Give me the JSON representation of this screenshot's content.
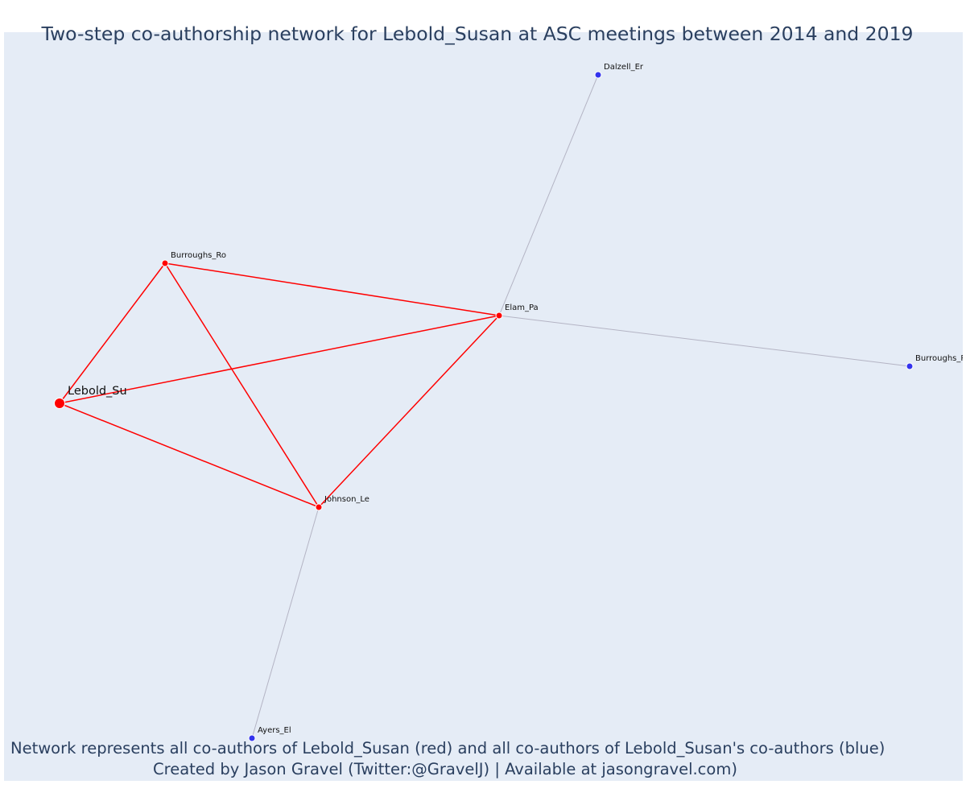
{
  "title": "Two-step co-authorship network for Lebold_Susan at ASC meetings between 2014 and 2019",
  "captions": [
    "Network represents all co-authors of Lebold_Susan (red) and all co-authors of Lebold_Susan's co-authors (blue)",
    "Created by Jason Gravel (Twitter:@GravelJ) | Available at jasongravel.com)"
  ],
  "colors": {
    "background": "#e5ecf6",
    "coauthor": "#ff0000",
    "second_step": "#3333ee",
    "edge_primary": "#ff0000",
    "edge_secondary": "#b4b4c4",
    "text": "#2a3f5f"
  },
  "nodes": [
    {
      "id": "lebold",
      "label": "Lebold_Su",
      "group": "focal"
    },
    {
      "id": "burroughs_ro",
      "label": "Burroughs_Ro",
      "group": "coauthor"
    },
    {
      "id": "elam",
      "label": "Elam_Pa",
      "group": "coauthor"
    },
    {
      "id": "johnson",
      "label": "Johnson_Le",
      "group": "coauthor"
    },
    {
      "id": "dalzell",
      "label": "Dalzell_Er",
      "group": "second_step"
    },
    {
      "id": "burroughs_r",
      "label": "Burroughs_R",
      "group": "second_step"
    },
    {
      "id": "ayers",
      "label": "Ayers_El",
      "group": "second_step"
    }
  ],
  "edges": [
    {
      "from": "lebold",
      "to": "burroughs_ro",
      "type": "primary"
    },
    {
      "from": "lebold",
      "to": "elam",
      "type": "primary"
    },
    {
      "from": "lebold",
      "to": "johnson",
      "type": "primary"
    },
    {
      "from": "burroughs_ro",
      "to": "elam",
      "type": "primary"
    },
    {
      "from": "burroughs_ro",
      "to": "johnson",
      "type": "primary"
    },
    {
      "from": "elam",
      "to": "johnson",
      "type": "primary"
    },
    {
      "from": "elam",
      "to": "dalzell",
      "type": "secondary"
    },
    {
      "from": "elam",
      "to": "burroughs_r",
      "type": "secondary"
    },
    {
      "from": "johnson",
      "to": "ayers",
      "type": "secondary"
    }
  ]
}
